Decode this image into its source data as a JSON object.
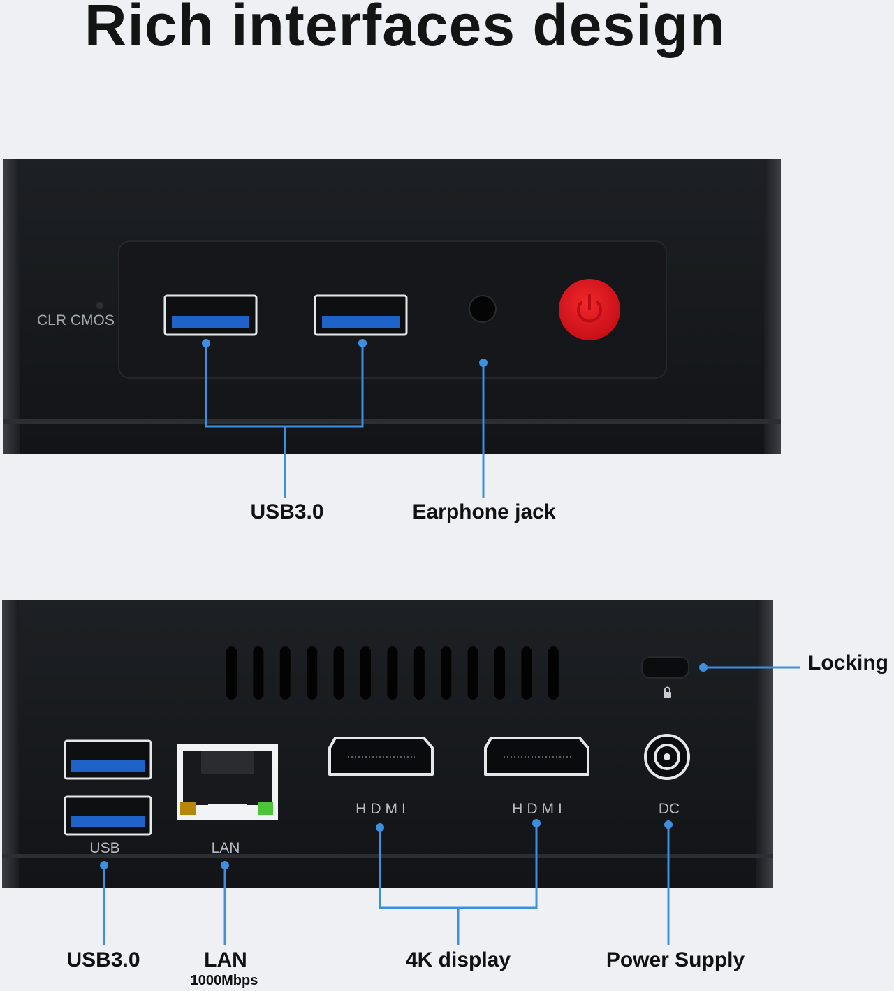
{
  "title": "Rich interfaces design",
  "front": {
    "clr_cmos": "CLR CMOS",
    "callouts": {
      "usb": "USB3.0",
      "earphone": "Earphone jack"
    }
  },
  "rear": {
    "port_labels": {
      "usb": "USB",
      "lan": "LAN",
      "hdmi1": "HDMI",
      "hdmi2": "HDMI",
      "dc": "DC"
    },
    "callouts": {
      "locking": "Locking",
      "usb": "USB3.0",
      "lan": "LAN",
      "lan_speed": "1000Mbps",
      "display": "4K display",
      "power": "Power Supply"
    }
  },
  "colors": {
    "background": "#eef0f4",
    "device_body": "#17191d",
    "callout_line": "#3d8fe0",
    "usb_port_blue": "#1f63c8",
    "power_button": "#e0141c",
    "lan_led_green": "#4cc43a",
    "lan_led_amber": "#b8860b"
  },
  "icons": [
    "power-icon",
    "lock-icon"
  ]
}
